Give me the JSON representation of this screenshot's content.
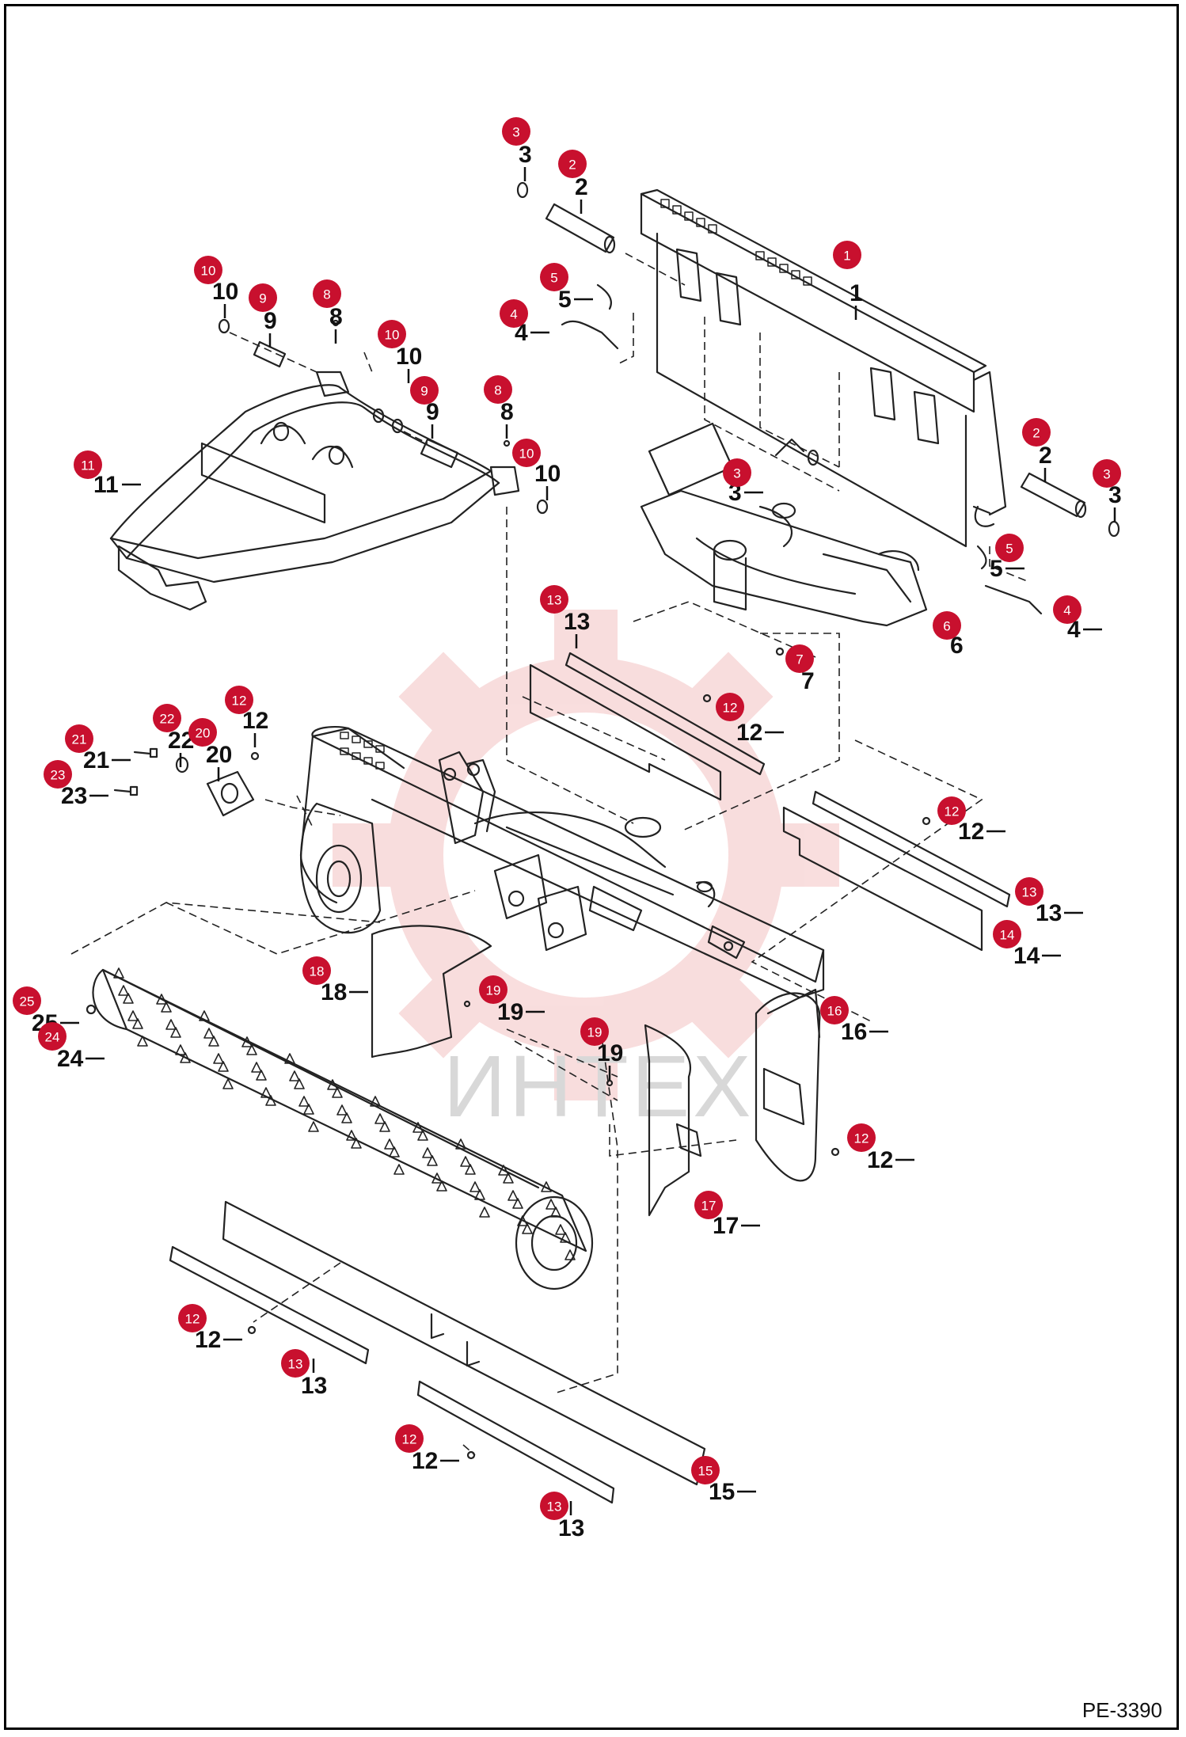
{
  "drawing_code": "PE-3390",
  "watermark": "ИНТЕХ",
  "callouts": [
    {
      "id": "c-3a",
      "num": "3"
    },
    {
      "id": "c-2a",
      "num": "2"
    },
    {
      "id": "c-1",
      "num": "1"
    },
    {
      "id": "c-10a",
      "num": "10"
    },
    {
      "id": "c-9a",
      "num": "9"
    },
    {
      "id": "c-8a",
      "num": "8"
    },
    {
      "id": "c-5a",
      "num": "5"
    },
    {
      "id": "c-4a",
      "num": "4"
    },
    {
      "id": "c-10b",
      "num": "10"
    },
    {
      "id": "c-9b",
      "num": "9"
    },
    {
      "id": "c-8b",
      "num": "8"
    },
    {
      "id": "c-10c",
      "num": "10"
    },
    {
      "id": "c-11",
      "num": "11"
    },
    {
      "id": "c-3b",
      "num": "3"
    },
    {
      "id": "c-2b",
      "num": "2"
    },
    {
      "id": "c-3c",
      "num": "3"
    },
    {
      "id": "c-5b",
      "num": "5"
    },
    {
      "id": "c-4b",
      "num": "4"
    },
    {
      "id": "c-6",
      "num": "6"
    },
    {
      "id": "c-7",
      "num": "7"
    },
    {
      "id": "c-13a",
      "num": "13"
    },
    {
      "id": "c-12a",
      "num": "12"
    },
    {
      "id": "c-12b",
      "num": "12"
    },
    {
      "id": "c-22",
      "num": "22"
    },
    {
      "id": "c-20",
      "num": "20"
    },
    {
      "id": "c-21",
      "num": "21"
    },
    {
      "id": "c-23",
      "num": "23"
    },
    {
      "id": "c-12c",
      "num": "12"
    },
    {
      "id": "c-13b",
      "num": "13"
    },
    {
      "id": "c-14",
      "num": "14"
    },
    {
      "id": "c-18",
      "num": "18"
    },
    {
      "id": "c-19a",
      "num": "19"
    },
    {
      "id": "c-16",
      "num": "16"
    },
    {
      "id": "c-25",
      "num": "25"
    },
    {
      "id": "c-24",
      "num": "24"
    },
    {
      "id": "c-19b",
      "num": "19"
    },
    {
      "id": "c-12d",
      "num": "12"
    },
    {
      "id": "c-17",
      "num": "17"
    },
    {
      "id": "c-12e",
      "num": "12"
    },
    {
      "id": "c-13c",
      "num": "13"
    },
    {
      "id": "c-12f",
      "num": "12"
    },
    {
      "id": "c-15",
      "num": "15"
    },
    {
      "id": "c-13d",
      "num": "13"
    }
  ]
}
